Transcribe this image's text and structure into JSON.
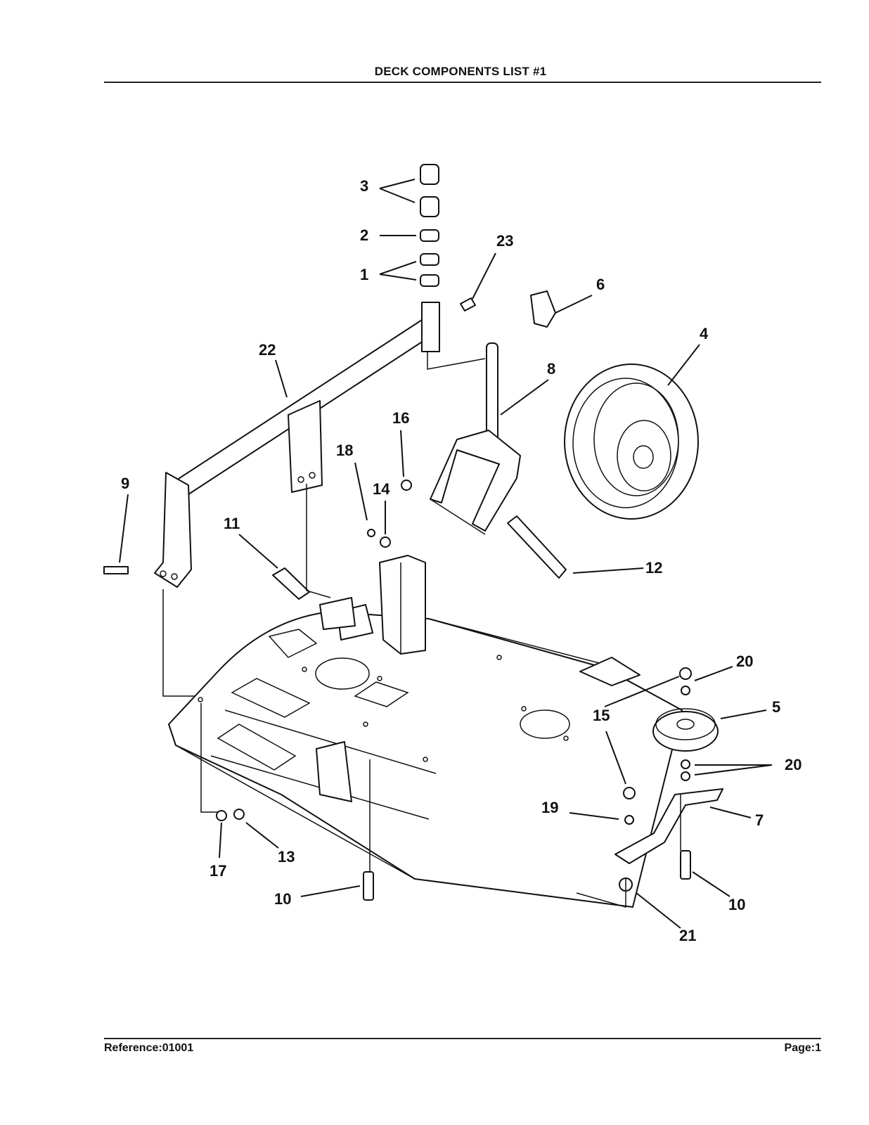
{
  "header": {
    "title": "DECK COMPONENTS LIST #1"
  },
  "footer": {
    "reference": "Reference:01001",
    "page": "Page:1"
  },
  "callouts": [
    "1",
    "2",
    "3",
    "4",
    "5",
    "6",
    "7",
    "8",
    "9",
    "10",
    "10",
    "11",
    "12",
    "13",
    "14",
    "15",
    "16",
    "17",
    "18",
    "19",
    "20",
    "20",
    "21",
    "22",
    "23"
  ]
}
